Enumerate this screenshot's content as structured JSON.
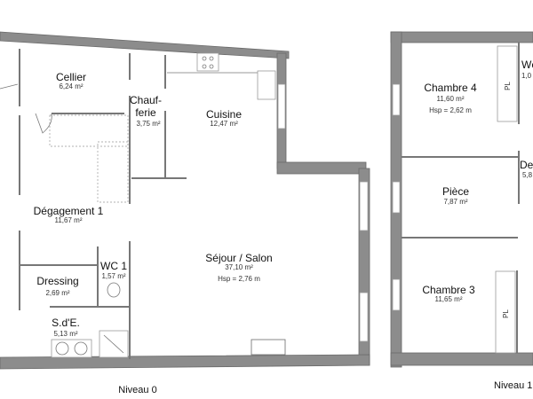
{
  "level0": {
    "label": "Niveau 0",
    "rooms": {
      "cellier": {
        "name": "Cellier",
        "area": "6,24 m²"
      },
      "chaufferie": {
        "name_line1": "Chauf-",
        "name_line2": "ferie",
        "area": "3,75 m²"
      },
      "cuisine": {
        "name": "Cuisine",
        "area": "12,47 m²"
      },
      "degagement": {
        "name": "Dégagement 1",
        "area": "11,67 m²"
      },
      "dressing": {
        "name": "Dressing",
        "area": "2,69 m²"
      },
      "wc1": {
        "name": "WC 1",
        "area": "1,57 m²"
      },
      "sde": {
        "name": "S.d'E.",
        "area": "5,13 m²"
      },
      "sejour": {
        "name": "Séjour / Salon",
        "area": "37,10 m²",
        "height": "Hsp = 2,76 m"
      }
    }
  },
  "level1": {
    "label": "Niveau 1",
    "rooms": {
      "chambre4": {
        "name": "Chambre 4",
        "area": "11,60 m²",
        "height": "Hsp = 2,62 m"
      },
      "piece": {
        "name": "Pièce",
        "area": "7,87 m²"
      },
      "chambre3": {
        "name": "Chambre 3",
        "area": "11,65 m²"
      },
      "wc2": {
        "name": "Wc",
        "area": "1,0"
      },
      "degagement2": {
        "name": "De",
        "area": "5,8"
      },
      "placard1": {
        "name": "PL"
      },
      "placard2": {
        "name": "PL"
      }
    }
  }
}
